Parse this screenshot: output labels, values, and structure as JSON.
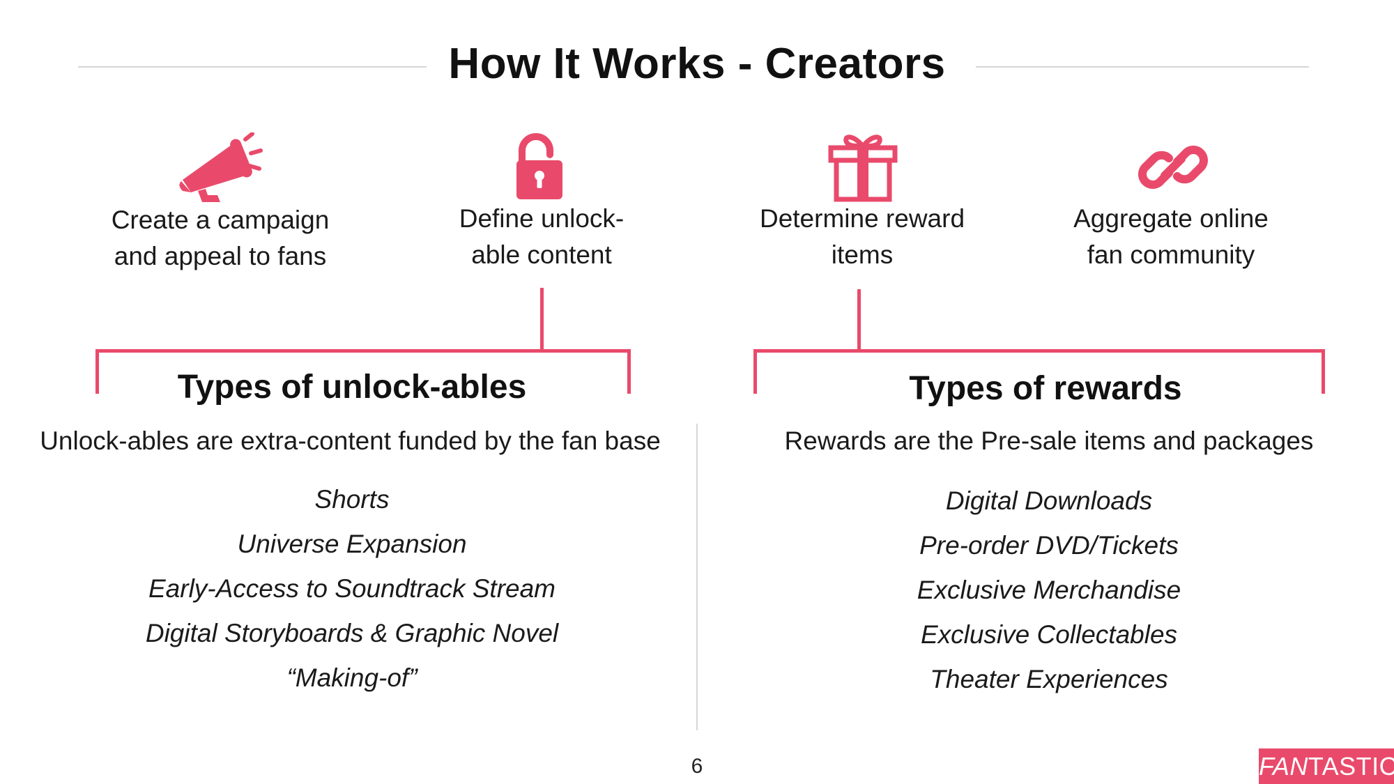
{
  "title": "How It Works - Creators",
  "accent_color": "#e94a6b",
  "steps": [
    {
      "icon": "megaphone-icon",
      "line1": "Create a campaign",
      "line2": "and appeal to fans"
    },
    {
      "icon": "unlock-icon",
      "line1": "Define unlock-",
      "line2": "able content"
    },
    {
      "icon": "gift-icon",
      "line1": "Determine reward",
      "line2": "items"
    },
    {
      "icon": "link-icon",
      "line1": "Aggregate online",
      "line2": "fan community"
    }
  ],
  "unlockables": {
    "heading": "Types of unlock-ables",
    "description": "Unlock-ables are extra-content funded by the fan base",
    "items": [
      "Shorts",
      "Universe Expansion",
      "Early-Access to Soundtrack Stream",
      "Digital Storyboards & Graphic Novel",
      "“Making-of”"
    ]
  },
  "rewards": {
    "heading": "Types of rewards",
    "description": "Rewards are the Pre-sale items and packages",
    "items": [
      "Digital Downloads",
      "Pre-order DVD/Tickets",
      "Exclusive Merchandise",
      "Exclusive Collectables",
      "Theater Experiences"
    ]
  },
  "footer": {
    "page_number": "6",
    "brand_part1": "FAN",
    "brand_part2": "TASTIC"
  }
}
